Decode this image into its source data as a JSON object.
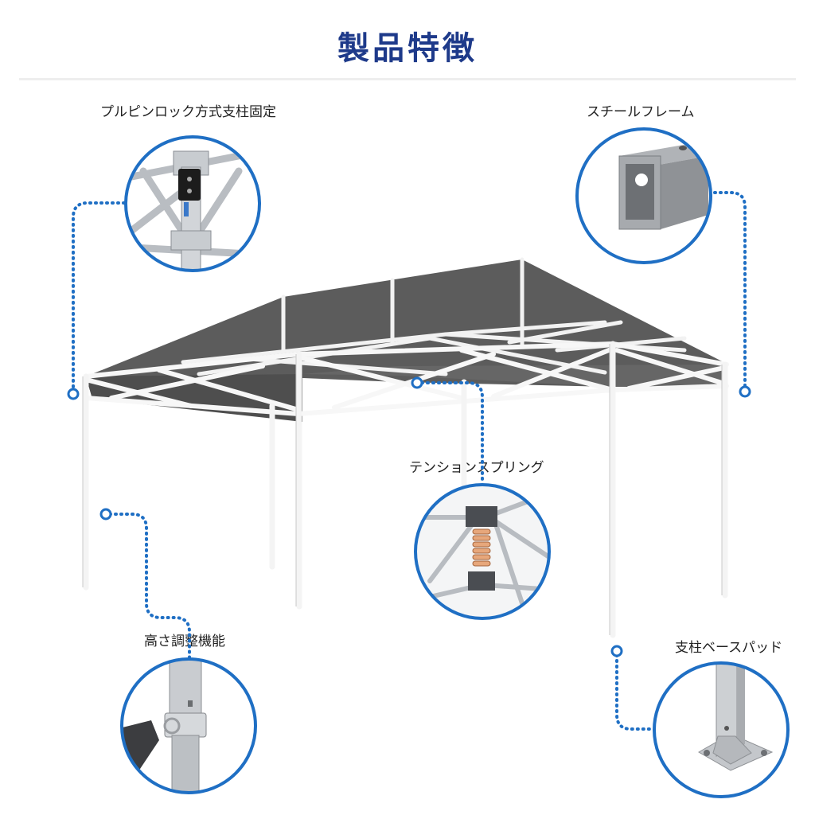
{
  "title": "製品特徴",
  "features": [
    {
      "label": "プルピンロック方式支柱固定",
      "icon": "pull-pin-lock-icon"
    },
    {
      "label": "スチールフレーム",
      "icon": "steel-frame-icon"
    },
    {
      "label": "テンションスプリング",
      "icon": "tension-spring-icon"
    },
    {
      "label": "高さ調整機能",
      "icon": "height-adjust-icon"
    },
    {
      "label": "支柱ベースパッド",
      "icon": "base-pad-icon"
    }
  ],
  "colors": {
    "title": "#1e3a8a",
    "accent": "#1f6fc4",
    "canopy": "#5c5c5c",
    "frame": "#f4f4f4"
  }
}
